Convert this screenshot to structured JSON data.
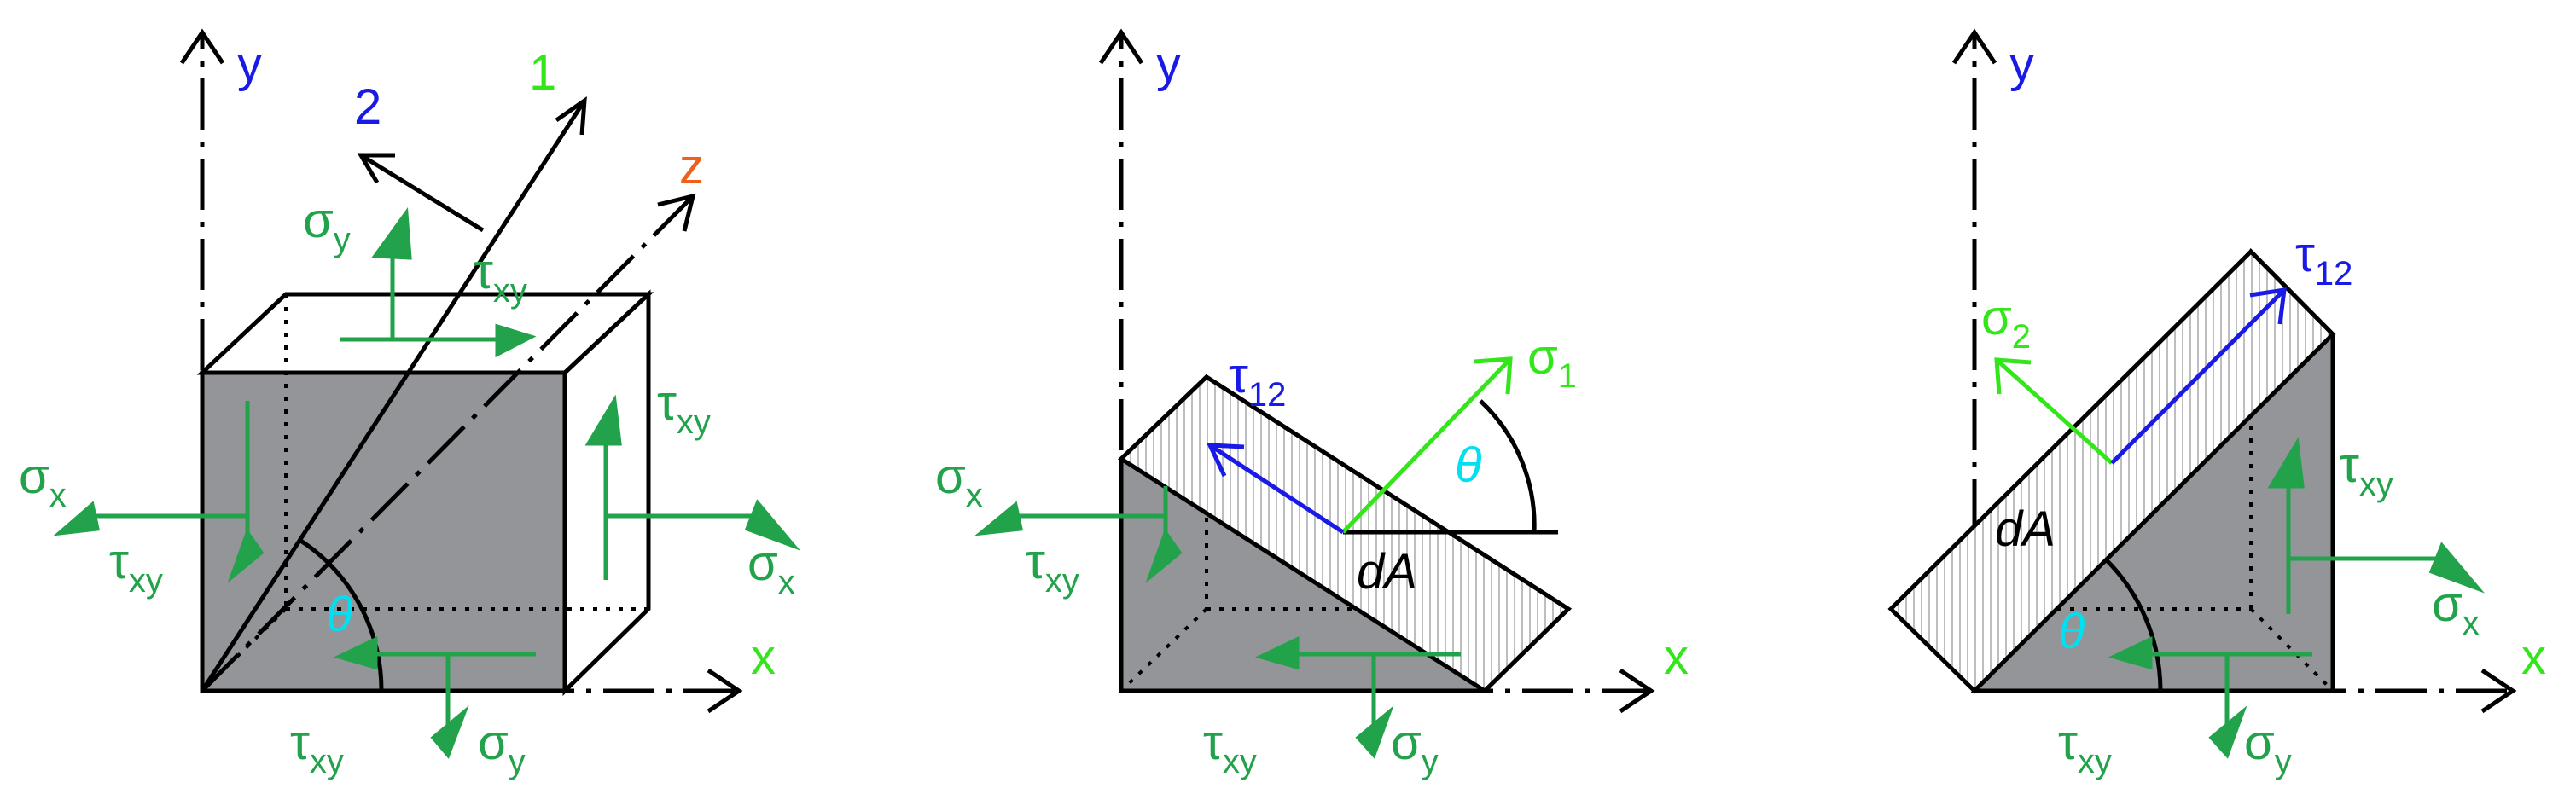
{
  "colors": {
    "black": "#000000",
    "stress_green": "#21a24b",
    "axis_green": "#33e61a",
    "axis_blue": "#1a1ae6",
    "axis_orange": "#f06018",
    "theta_cyan": "#00e0f0",
    "face_gray": "#939598"
  },
  "labels": {
    "y": "y",
    "x": "x",
    "z": "z",
    "one": "1",
    "two": "2",
    "sigma": "σ",
    "tau": "τ",
    "sub_x": "x",
    "sub_y": "y",
    "sub_xy": "xy",
    "sub_1": "1",
    "sub_2": "2",
    "sub_12": "12",
    "theta": "θ",
    "dA": "dA"
  }
}
